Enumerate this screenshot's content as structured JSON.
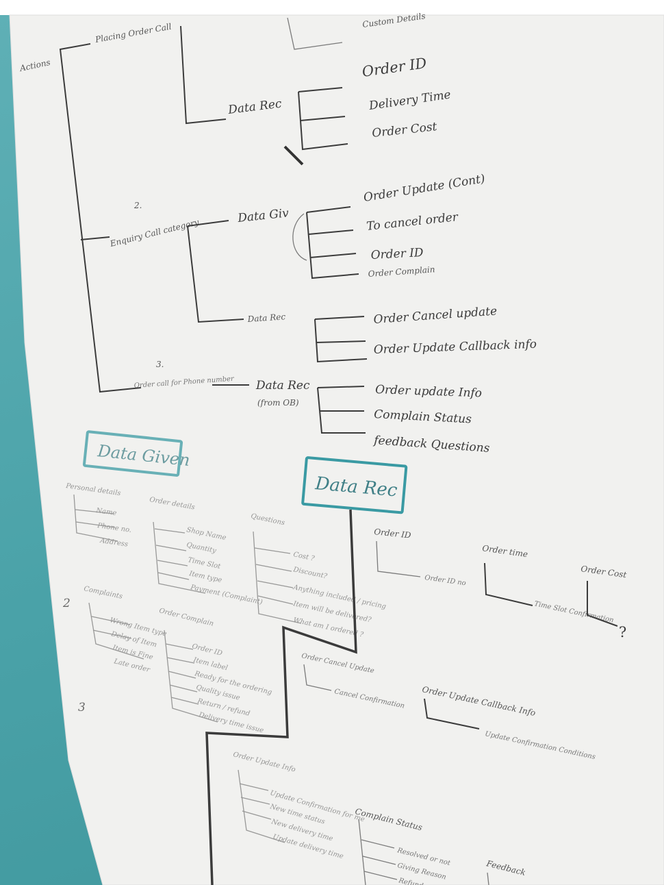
{
  "colors": {
    "wall": "#4aa2a8",
    "paper": "#f2f2f0",
    "box_outline": "#3a9aa3",
    "ink": "#3a3a3a"
  },
  "section1": {
    "root": "Actions",
    "branch1": "Placing Order Call",
    "data_rec_1": "Data Rec",
    "top_item": "Custom Details",
    "items1": [
      "Order ID",
      "Delivery Time",
      "Order Cost"
    ],
    "num2": "2.",
    "branch2": "Enquiry Call category",
    "data_giv_2": "Data Giv",
    "items2": [
      "Order Update (Cont)",
      "To cancel order",
      "Order ID",
      "Order Complain"
    ],
    "data_rec_2": "Data Rec",
    "items3": [
      "Order Cancel update",
      "Order Update Callback info"
    ],
    "num3": "3.",
    "branch3": "Order call for Phone number",
    "data_rec_3": "Data Rec",
    "data_rec_3_sub": "(from OB)",
    "items4": [
      "Order update Info",
      "Complain Status",
      "feedback Questions"
    ]
  },
  "data_given": {
    "title": "Data Given",
    "personal": "Personal details",
    "personal_items": [
      "Name",
      "Phone no.",
      "Address"
    ],
    "order_details": "Order details",
    "order_details_items": [
      "Shop Name",
      "Quantity",
      "Time Slot",
      "Item type",
      "Payment (Complaint)"
    ],
    "questions": "Questions",
    "questions_items": [
      "Cost ?",
      "Discount?",
      "Anything included / pricing",
      "Item will be delivered?",
      "What am I ordered ?"
    ],
    "complaints": "Complaints",
    "complaints_items": [
      "Wrong Item type",
      "Delay of Item",
      "Item is Fine",
      "Late order"
    ],
    "order_complain": "Order Complain",
    "order_complain_items": [
      "Order ID",
      "Item label",
      "Ready for the ordering",
      "Quality issue",
      "Return / refund",
      "Delivery time issue"
    ],
    "num_mark": "3",
    "order_update_info": "Order Update Info",
    "order_update_info_items": [
      "Update Confirmation for me",
      "New time status",
      "New delivery time",
      "Update delivery time"
    ]
  },
  "data_rec": {
    "title": "Data Rec",
    "order_id": "Order ID",
    "order_id_no": "Order ID no",
    "order_time": "Order time",
    "time_slot": "Time Slot Confirmation",
    "order_cost": "Order Cost",
    "question_mark": "?",
    "order_cancel_update": "Order Cancel Update",
    "cancel_conf": "Cancel Confirmation",
    "order_update_callback": "Order Update Callback Info",
    "update_conf": "Update Confirmation Conditions",
    "complain_status": "Complain Status",
    "complain_items": [
      "Resolved or not",
      "Giving Reason",
      "Refund"
    ],
    "feedback": "Feedback"
  }
}
